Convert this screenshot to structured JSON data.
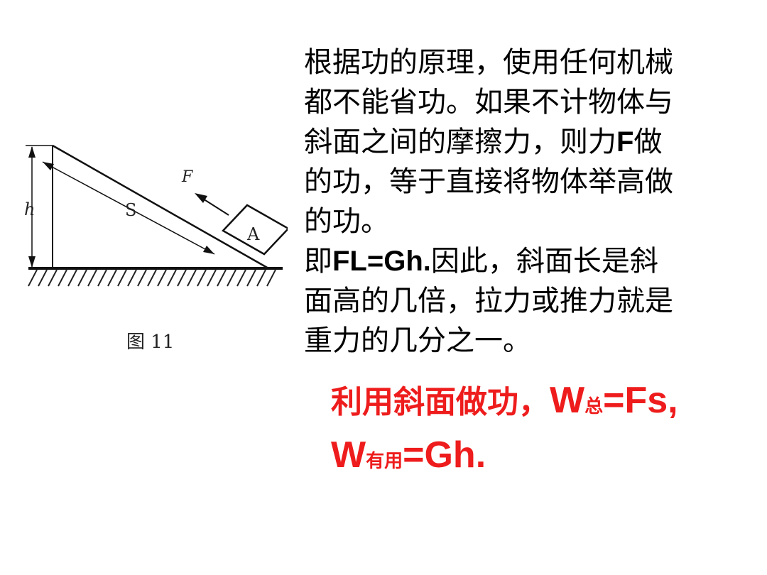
{
  "figure": {
    "labels": {
      "h": "h",
      "s": "S",
      "f": "F",
      "a": "A"
    },
    "caption": "图 11"
  },
  "text": {
    "line1": "根据功的原理，使用任何机械",
    "line2": "都不能省功。如果不计物体与",
    "line3_pre": "斜面之间的摩擦力，则力",
    "line3_f": "F",
    "line3_post": "做",
    "line4": "的功，等于直接将物体举高做",
    "line5": "的功。",
    "line6_pre": "即",
    "line6_eq": "FL=Gh.",
    "line6_post": "因此，斜面长是斜",
    "line7": "面高的几倍，拉力或推力就是",
    "line8": "重力的几分之一。"
  },
  "formula": {
    "prefix": "利用斜面做功，",
    "w1": "W",
    "w1_sub": "总",
    "w1_rest": "=Fs,",
    "w2": "W",
    "w2_sub": "有用",
    "w2_rest": "=Gh.",
    "color": "#ee1c1c"
  }
}
